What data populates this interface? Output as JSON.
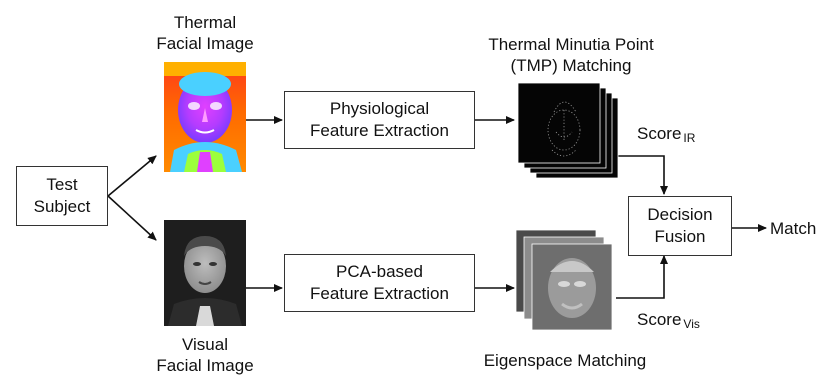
{
  "test_subject": {
    "line1": "Test",
    "line2": "Subject"
  },
  "thermal_image_label": {
    "line1": "Thermal",
    "line2": "Facial Image"
  },
  "visual_image_label": {
    "line1": "Visual",
    "line2": "Facial Image"
  },
  "physio_box": {
    "line1": "Physiological",
    "line2": "Feature Extraction"
  },
  "pca_box": {
    "line1": "PCA-based",
    "line2": "Feature Extraction"
  },
  "tmp_label": {
    "line1": "Thermal Minutia Point",
    "line2": "(TMP) Matching"
  },
  "eigen_label": "Eigenspace Matching",
  "score_ir": {
    "text": "Score",
    "sub": "IR"
  },
  "score_vis": {
    "text": "Score",
    "sub": "Vis"
  },
  "fusion_box": {
    "line1": "Decision",
    "line2": "Fusion"
  },
  "output_label": "Match"
}
